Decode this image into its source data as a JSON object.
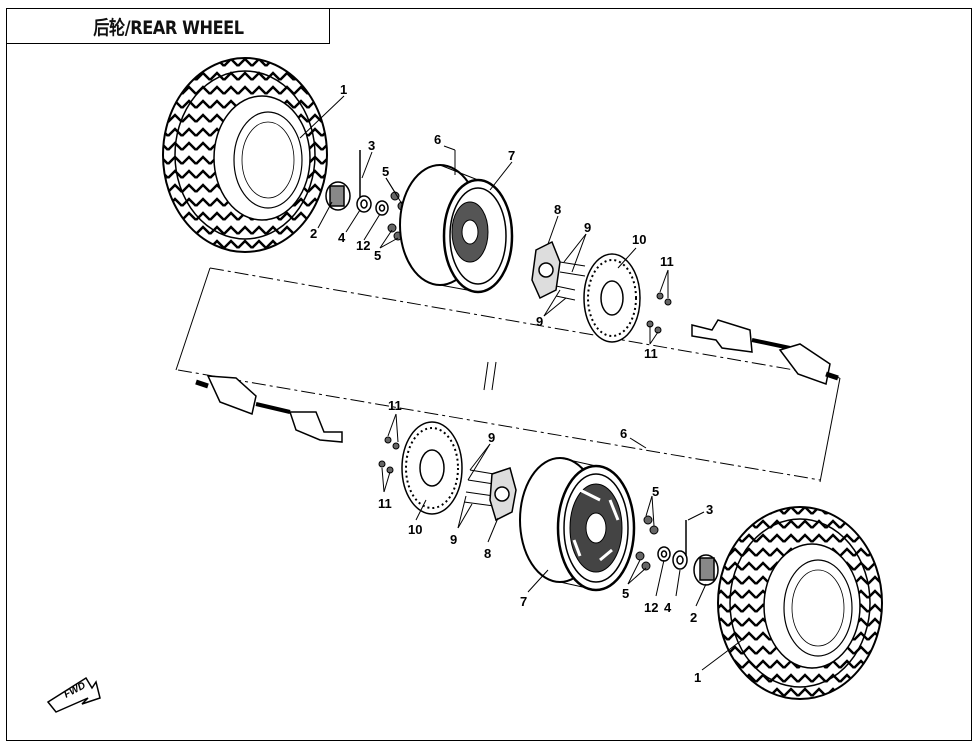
{
  "title": "后轮/REAR WHEEL",
  "fwd_label": "FWD",
  "callouts_upper": [
    "1",
    "2",
    "3",
    "4",
    "12",
    "5",
    "5",
    "6",
    "7",
    "8",
    "9",
    "9",
    "10",
    "11",
    "11"
  ],
  "callouts_lower": [
    "11",
    "11",
    "10",
    "9",
    "9",
    "8",
    "6",
    "7",
    "5",
    "5",
    "3",
    "2",
    "4",
    "12",
    "1"
  ]
}
